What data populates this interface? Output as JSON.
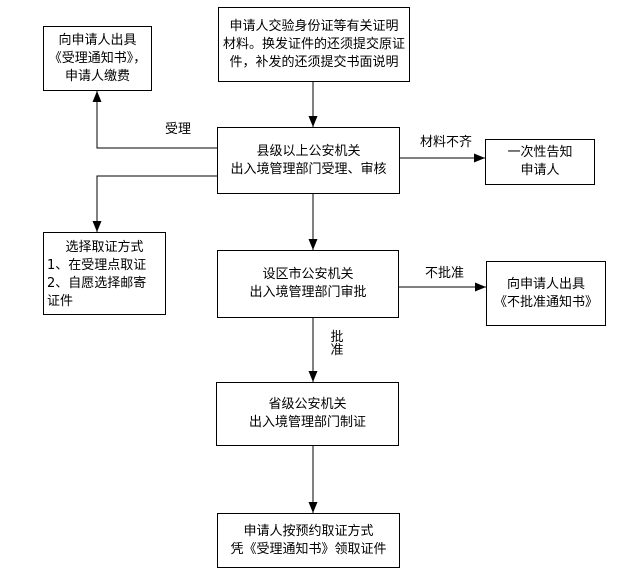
{
  "diagram": {
    "type": "flowchart",
    "background_color": "#ffffff",
    "line_color": "#000000",
    "text_color": "#000000",
    "box_border_color": "#000000",
    "nodes": {
      "notice_fee": {
        "lines": [
          "向申请人出具",
          "《受理通知书》，",
          "申请人缴费"
        ]
      },
      "submit_materials": {
        "lines": [
          "申请人交验身份证等有关证明",
          "材料。换发证件的还须提交原证",
          "件，补发的还须提交书面说明"
        ]
      },
      "county_accept": {
        "lines": [
          "县级以上公安机关",
          "出入境管理部门受理、审核"
        ]
      },
      "one_time_inform": {
        "lines": [
          "一次性告知",
          "申请人"
        ]
      },
      "choose_method": {
        "lines": [
          "选择取证方式",
          "1、在受理点取证",
          "2、自愿选择邮寄",
          "证件"
        ]
      },
      "city_approve": {
        "lines": [
          "设区市公安机关",
          "出入境管理部门审批"
        ]
      },
      "disapprove_notice": {
        "lines": [
          "向申请人出具",
          "《不批准通知书》"
        ]
      },
      "province_make": {
        "lines": [
          "省级公安机关",
          "出入境管理部门制证"
        ]
      },
      "collect_cert": {
        "lines": [
          "申请人按预约取证方式",
          "凭《受理通知书》领取证件"
        ]
      }
    },
    "edge_labels": {
      "accepted": "受理",
      "materials_incomplete": "材料不齐",
      "not_approved": "不批准",
      "approved": "批准"
    }
  }
}
